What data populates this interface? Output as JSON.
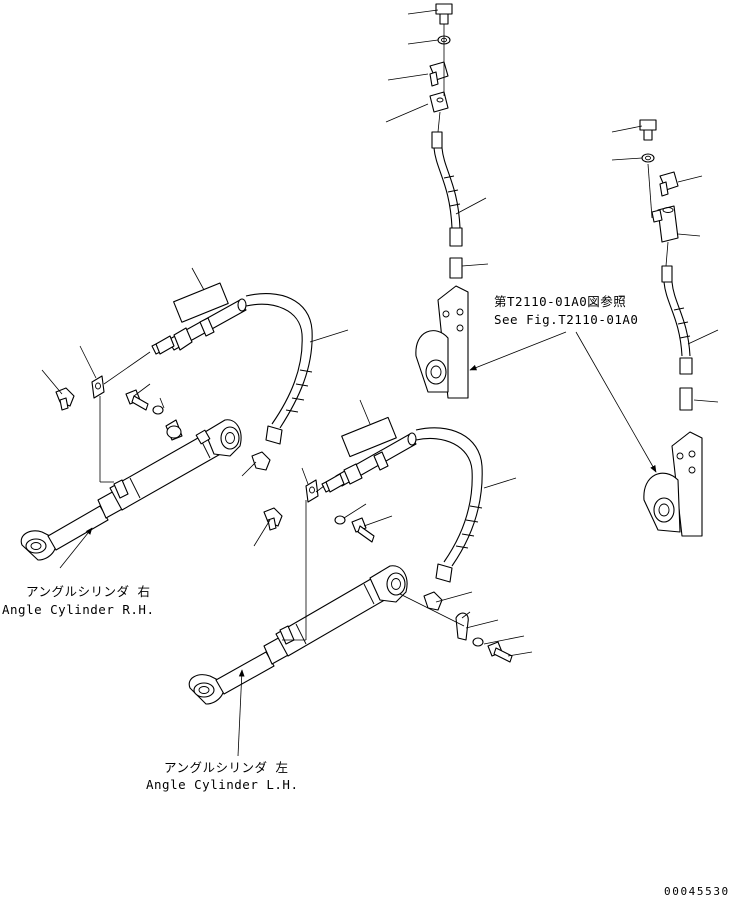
{
  "labels": {
    "cylinder_rh_ja": "アングルシリンダ 右",
    "cylinder_rh_en": "Angle Cylinder R.H.",
    "cylinder_lh_ja": "アングルシリンダ 左",
    "cylinder_lh_en": "Angle Cylinder L.H.",
    "ref_ja": "第T2110-01A0図参照",
    "ref_en": "See Fig.T2110-01A0",
    "drawing_number": "00045530"
  }
}
